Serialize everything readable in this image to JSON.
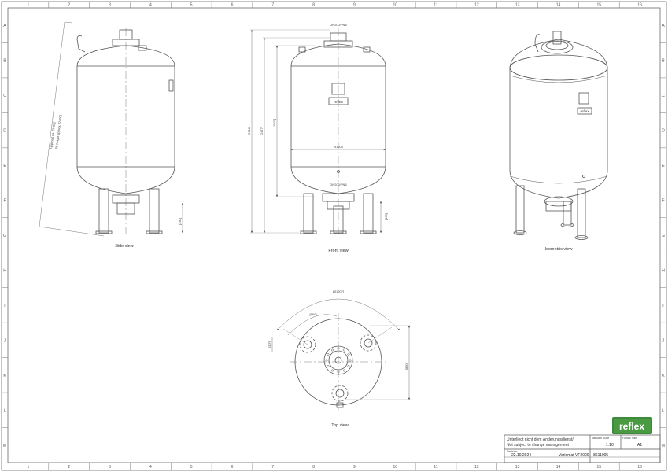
{
  "frame": {
    "columns": [
      "1",
      "2",
      "3",
      "4",
      "5",
      "6",
      "7",
      "8",
      "9",
      "10",
      "11",
      "12",
      "13",
      "14",
      "15",
      "16"
    ],
    "rows": [
      "A",
      "B",
      "C",
      "D",
      "E",
      "F",
      "G",
      "H",
      "I",
      "J",
      "K",
      "L",
      "M"
    ]
  },
  "views": {
    "side": {
      "caption": "Side view",
      "diagonal_label_1": "Kippmaß ca. [2400]",
      "diagonal_label_2": "Tilt height approx. [2400]",
      "leg_height": "[330]"
    },
    "front": {
      "caption": "Front view",
      "top_nozzle": "DN200/PN6",
      "bottom_nozzle": "DN200/PN6",
      "diameter": "Ø1200",
      "dim_total_height": "[2618]",
      "dim_height_2": "[2477]",
      "dim_height_3": "[1920]",
      "dim_leg": "[460]",
      "badge": "reflex"
    },
    "iso": {
      "caption": "Isometric view",
      "badge": "reflex"
    },
    "top": {
      "caption": "Top view",
      "dim_width": "Ø[1207]",
      "dim_pitch": "[660]",
      "dim_angle": "[30°]",
      "dim_depth": "[860]"
    }
  },
  "title_block": {
    "logo": "reflex",
    "note_line_1": "Unterliegt nicht dem Änderungsdienst/",
    "note_line_2": "Not subject to change management",
    "revision_label": "Revision",
    "revision_date": "22.10.2024",
    "scale_label": "Maßstab/ Scale",
    "scale_value": "1:10",
    "format_label": "Format/ Size",
    "format_value": "A1",
    "product": "Variomat VF2000 – 8611005"
  }
}
